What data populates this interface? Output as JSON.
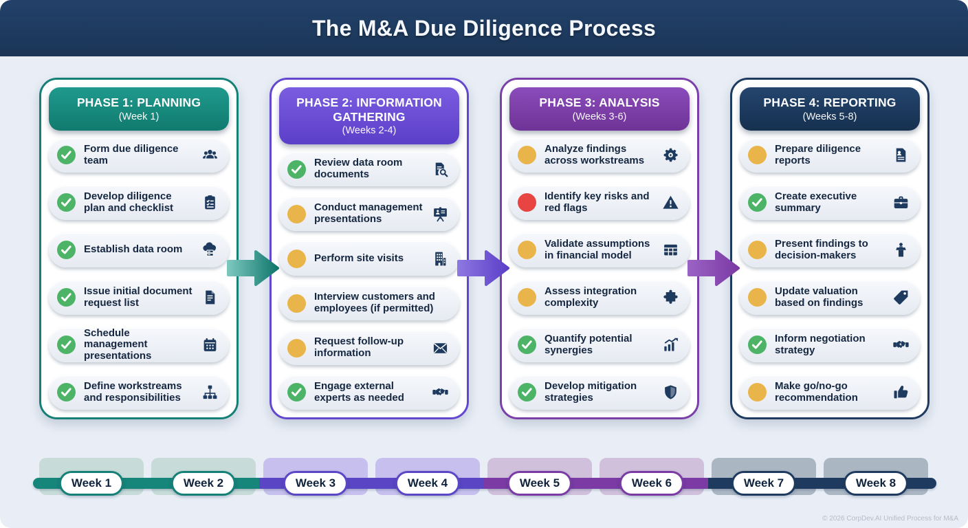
{
  "header": {
    "title": "The M&A Due Diligence Process"
  },
  "status_colors": {
    "done": "#4db467",
    "in_progress": "#e9b54a",
    "risk": "#e84441"
  },
  "phases": [
    {
      "title": "PHASE 1: PLANNING",
      "subtitle": "(Week 1)",
      "border": "#148076",
      "head_top": "#1f9a8d",
      "head_bottom": "#117a6f",
      "tasks": [
        {
          "label": "Form due diligence team",
          "status": "done",
          "icon": "team-icon"
        },
        {
          "label": "Develop diligence plan and checklist",
          "status": "done",
          "icon": "checklist-icon"
        },
        {
          "label": "Establish data room",
          "status": "done",
          "icon": "data-room-icon"
        },
        {
          "label": "Issue initial document request list",
          "status": "done",
          "icon": "document-icon"
        },
        {
          "label": "Schedule management presentations",
          "status": "done",
          "icon": "calendar-icon"
        },
        {
          "label": "Define workstreams and responsibilities",
          "status": "done",
          "icon": "org-chart-icon"
        }
      ]
    },
    {
      "title": "PHASE 2: INFORMATION GATHERING",
      "subtitle": "(Weeks 2-4)",
      "border": "#6348cf",
      "head_top": "#7a5de0",
      "head_bottom": "#5b3fc8",
      "tasks": [
        {
          "label": "Review data room documents",
          "status": "done",
          "icon": "document-search-icon"
        },
        {
          "label": "Conduct management presentations",
          "status": "in_progress",
          "icon": "presentation-icon"
        },
        {
          "label": "Perform site visits",
          "status": "in_progress",
          "icon": "building-icon"
        },
        {
          "label": "Interview customers and employees (if permitted)",
          "status": "in_progress",
          "icon": ""
        },
        {
          "label": "Request follow-up information",
          "status": "in_progress",
          "icon": "mail-icon"
        },
        {
          "label": "Engage external experts as needed",
          "status": "done",
          "icon": "handshake-icon"
        }
      ]
    },
    {
      "title": "PHASE 3: ANALYSIS",
      "subtitle": "(Weeks 3-6)",
      "border": "#7b3fa8",
      "head_top": "#8a4cba",
      "head_bottom": "#6f3397",
      "tasks": [
        {
          "label": "Analyze findings across workstreams",
          "status": "in_progress",
          "icon": "gear-icon"
        },
        {
          "label": "Identify key risks and red flags",
          "status": "risk",
          "icon": "warning-icon"
        },
        {
          "label": "Validate assumptions in financial model",
          "status": "in_progress",
          "icon": "table-icon"
        },
        {
          "label": "Assess integration complexity",
          "status": "in_progress",
          "icon": "puzzle-icon"
        },
        {
          "label": "Quantify potential synergies",
          "status": "done",
          "icon": "chart-icon"
        },
        {
          "label": "Develop mitigation strategies",
          "status": "done",
          "icon": "shield-icon"
        }
      ]
    },
    {
      "title": "PHASE 4: REPORTING",
      "subtitle": "(Weeks 5-8)",
      "border": "#1e3a5f",
      "head_top": "#24456e",
      "head_bottom": "#16304f",
      "tasks": [
        {
          "label": "Prepare diligence reports",
          "status": "in_progress",
          "icon": "report-icon"
        },
        {
          "label": "Create executive summary",
          "status": "done",
          "icon": "briefcase-icon"
        },
        {
          "label": "Present findings to decision-makers",
          "status": "in_progress",
          "icon": "podium-icon"
        },
        {
          "label": "Update valuation based on findings",
          "status": "in_progress",
          "icon": "tag-icon"
        },
        {
          "label": "Inform negotiation strategy",
          "status": "done",
          "icon": "handshake-icon"
        },
        {
          "label": "Make go/no-go recommendation",
          "status": "in_progress",
          "icon": "thumbs-up-icon"
        }
      ]
    }
  ],
  "arrows": [
    {
      "color_start": "#7cc7bd",
      "color_end": "#0f766c"
    },
    {
      "color_start": "#8d77e0",
      "color_end": "#5b3fc8"
    },
    {
      "color_start": "#9a62c4",
      "color_end": "#7b3aa4"
    }
  ],
  "timeline": {
    "weeks": [
      {
        "label": "Week 1",
        "color": "#148076",
        "block": "#c7dcd8"
      },
      {
        "label": "Week 2",
        "color": "#148076",
        "block": "#c7dcd8"
      },
      {
        "label": "Week 3",
        "color": "#5b46c6",
        "block": "#c7c0ee"
      },
      {
        "label": "Week 4",
        "color": "#5b46c6",
        "block": "#c7c0ee"
      },
      {
        "label": "Week 5",
        "color": "#7b3aa4",
        "block": "#d0c0dc"
      },
      {
        "label": "Week 6",
        "color": "#7b3aa4",
        "block": "#d0c0dc"
      },
      {
        "label": "Week 7",
        "color": "#1e3a5f",
        "block": "#abb6c3"
      },
      {
        "label": "Week 8",
        "color": "#1e3a5f",
        "block": "#abb6c3"
      }
    ],
    "segments": [
      {
        "color": "#16857a"
      },
      {
        "color": "#5a45c5"
      },
      {
        "color": "#7b3aa4"
      },
      {
        "color": "#1e3a5f"
      }
    ]
  },
  "footer": {
    "copyright": "© 2026 CorpDev.AI Unified Process for M&A"
  }
}
